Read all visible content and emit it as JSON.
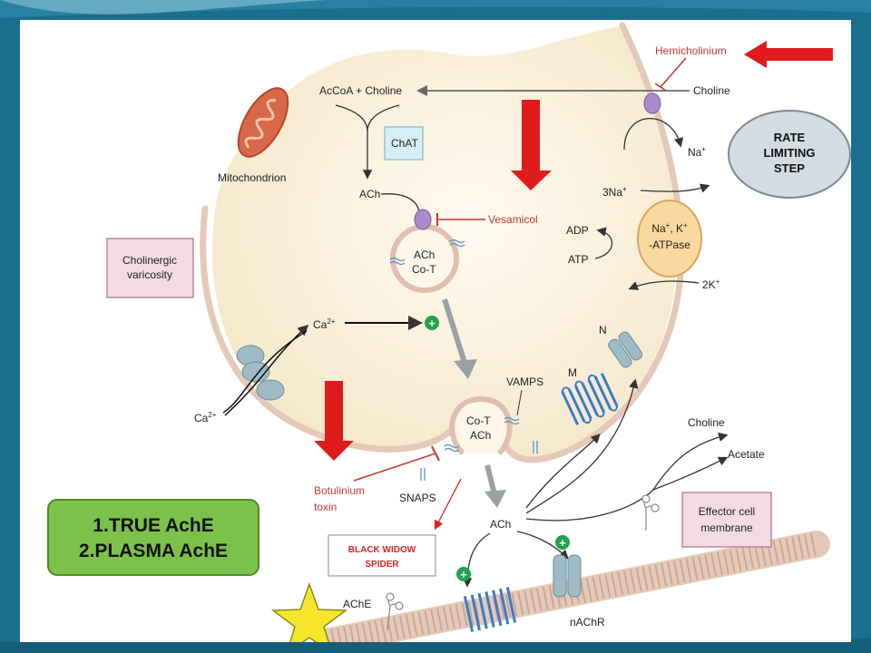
{
  "labels": {
    "hemicholinium": "Hemicholinium",
    "choline_top": "Choline",
    "acoa_choline": "AcCoA + Choline",
    "chat": "ChAT",
    "mitochondrion": "Mitochondrion",
    "ach_top": "ACh",
    "vesamicol": "Vesamicol",
    "ach_vesicle": "ACh",
    "cot_vesicle": "Co-T",
    "na_plus": "Na",
    "three_na": "3Na",
    "adp": "ADP",
    "atp": "ATP",
    "atpase_line1": "Na",
    "atpase_line1_b": ", K",
    "atpase_line2": "-ATPase",
    "two_k": "2K",
    "cholinergic_line1": "Cholinergic",
    "cholinergic_line2": "varicosity",
    "ca_in": "Ca",
    "ca_out": "Ca",
    "ca_sup": "2+",
    "plus_sign": "+",
    "receptor_n": "N",
    "receptor_m": "M",
    "vamps": "VAMPS",
    "cot_fusing": "Co-T",
    "ach_fusing": "ACh",
    "botulinium_line1": "Botulinium",
    "botulinium_line2": "toxin",
    "snaps": "SNAPS",
    "ach_cleft": "ACh",
    "choline_bottom": "Choline",
    "acetate": "Acetate",
    "effector_line1": "Effector cell",
    "effector_line2": "membrane",
    "black_widow_line1": "BLACK WIDOW",
    "black_widow_line2": "SPIDER",
    "ache": "AChE",
    "nachr": "nAChR"
  },
  "rate_limiting": {
    "line1": "RATE",
    "line2": "LIMITING",
    "line3": "STEP"
  },
  "ache_types": {
    "line1": "1.TRUE AchE",
    "line2": "2.PLASMA AchE"
  },
  "colors": {
    "frame": "#1a6e8e",
    "cell_fill": "#f7ecd6",
    "membrane": "#e5c9b8",
    "red_arrow": "#e01b1b",
    "inhibitor_red": "#c0392b",
    "purple_transporter": "#a98bcc",
    "atpase_fill": "#f9d9a0",
    "green_box": "#7cc24a",
    "gray_ellipse": "#d3dce2",
    "chat_box": "#d8eef5",
    "pink_box": "#f2dbe4",
    "receptor_blue": "#3b7cc9",
    "receptor_gray": "#9fbcc6",
    "star": "#f5e62c"
  }
}
